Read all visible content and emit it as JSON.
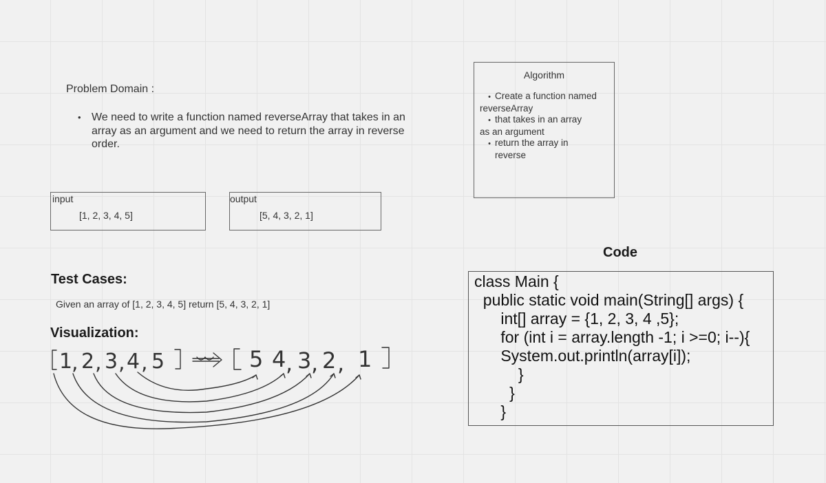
{
  "problem": {
    "title": "Problem Domain :",
    "bullet": "We need to write a function named reverseArray that takes in an array as an argument and we need to return the array in reverse order."
  },
  "input_box": {
    "label": "input",
    "value": "[1, 2, 3, 4, 5]"
  },
  "output_box": {
    "label": "output",
    "value": "[5, 4, 3, 2, 1]"
  },
  "algorithm": {
    "title": "Algorithm",
    "lines": [
      "Create a function named",
      "reverseArray",
      "that takes in an array",
      "as an argument",
      "return the array in",
      "reverse"
    ]
  },
  "test_cases": {
    "heading": "Test Cases:",
    "text": "Given an array of [1, 2, 3, 4, 5] return [5, 4, 3, 2, 1]"
  },
  "visualization": {
    "heading": "Visualization:",
    "input_digits": [
      "1",
      "2",
      "3",
      "4",
      "5"
    ],
    "output_digits": [
      "5",
      "4",
      "3",
      "2",
      "1"
    ]
  },
  "code": {
    "heading": "Code",
    "lines": [
      "class Main {",
      "  public static void main(String[] args) {",
      "      int[] array = {1, 2, 3, 4 ,5};",
      "      for (int i = array.length -1; i >=0; i--){",
      "      System.out.println(array[i]);",
      "          }",
      "        }",
      "      }"
    ]
  }
}
